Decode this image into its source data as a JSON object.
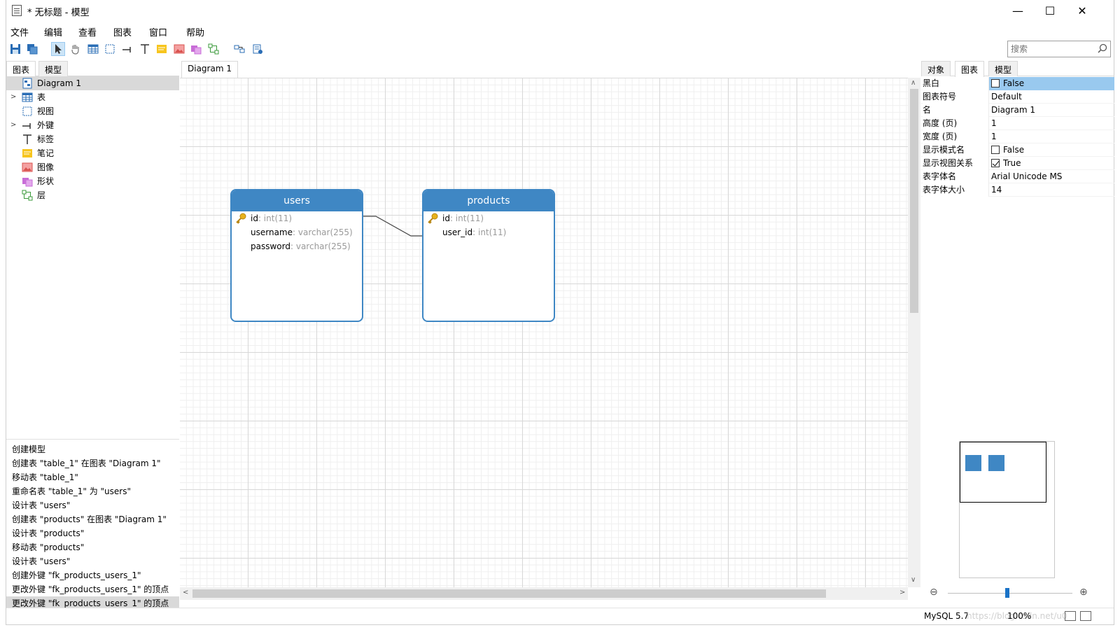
{
  "window": {
    "title": "* 无标题 - 模型",
    "minimize": "—",
    "maximize": "☐",
    "close": "✕"
  },
  "menu": [
    "文件",
    "编辑",
    "查看",
    "图表",
    "窗口",
    "帮助"
  ],
  "search": {
    "placeholder": "搜索"
  },
  "left_panel": {
    "tabs": [
      "图表",
      "模型"
    ],
    "tree": [
      {
        "label": "Diagram 1",
        "icon": "diagram-icon",
        "selected": true
      },
      {
        "label": "表",
        "icon": "table-icon",
        "expandable": true
      },
      {
        "label": "视图",
        "icon": "view-icon"
      },
      {
        "label": "外键",
        "icon": "foreign-key-icon",
        "expandable": true
      },
      {
        "label": "标签",
        "icon": "label-icon"
      },
      {
        "label": "笔记",
        "icon": "note-icon"
      },
      {
        "label": "图像",
        "icon": "image-icon"
      },
      {
        "label": "形状",
        "icon": "shape-icon"
      },
      {
        "label": "层",
        "icon": "layer-icon"
      }
    ],
    "history": [
      "创建模型",
      "创建表 \"table_1\" 在图表 \"Diagram 1\"",
      "移动表 \"table_1\"",
      "重命名表 \"table_1\" 为 \"users\"",
      "设计表 \"users\"",
      "创建表 \"products\" 在图表 \"Diagram 1\"",
      "设计表 \"products\"",
      "移动表 \"products\"",
      "设计表 \"users\"",
      "创建外键 \"fk_products_users_1\"",
      "更改外键 \"fk_products_users_1\" 的顶点",
      "更改外键 \"fk_products_users_1\" 的顶点"
    ]
  },
  "center": {
    "doc_tab": "Diagram 1",
    "tables": [
      {
        "name": "users",
        "columns": [
          {
            "name": "id",
            "type": ": int(11)",
            "pk": true
          },
          {
            "name": "username",
            "type": ": varchar(255)",
            "pk": false
          },
          {
            "name": "password",
            "type": ": varchar(255)",
            "pk": false
          }
        ]
      },
      {
        "name": "products",
        "columns": [
          {
            "name": "id",
            "type": ": int(11)",
            "pk": true
          },
          {
            "name": "user_id",
            "type": ": int(11)",
            "pk": false
          }
        ]
      }
    ]
  },
  "right_panel": {
    "tabs": [
      "对象",
      "图表",
      "模型"
    ],
    "properties": [
      {
        "key": "黑白",
        "value": "False",
        "checkbox": true,
        "checked": false,
        "highlight": true
      },
      {
        "key": "图表符号",
        "value": "Default"
      },
      {
        "key": "名",
        "value": "Diagram 1"
      },
      {
        "key": "高度 (页)",
        "value": "1"
      },
      {
        "key": "宽度 (页)",
        "value": "1"
      },
      {
        "key": "显示模式名",
        "value": "False",
        "checkbox": true,
        "checked": false
      },
      {
        "key": "显示视图关系",
        "value": "True",
        "checkbox": true,
        "checked": true
      },
      {
        "key": "表字体名",
        "value": "Arial Unicode MS"
      },
      {
        "key": "表字体大小",
        "value": "14"
      }
    ],
    "zoom_out": "⊖",
    "zoom_in": "⊕"
  },
  "status": {
    "db": "MySQL 5.7",
    "zoom": "100%",
    "watermark": "https://blog.csdn.net/u0"
  },
  "colors": {
    "accent": "#3f87c4",
    "selection": "#99c9ef"
  }
}
